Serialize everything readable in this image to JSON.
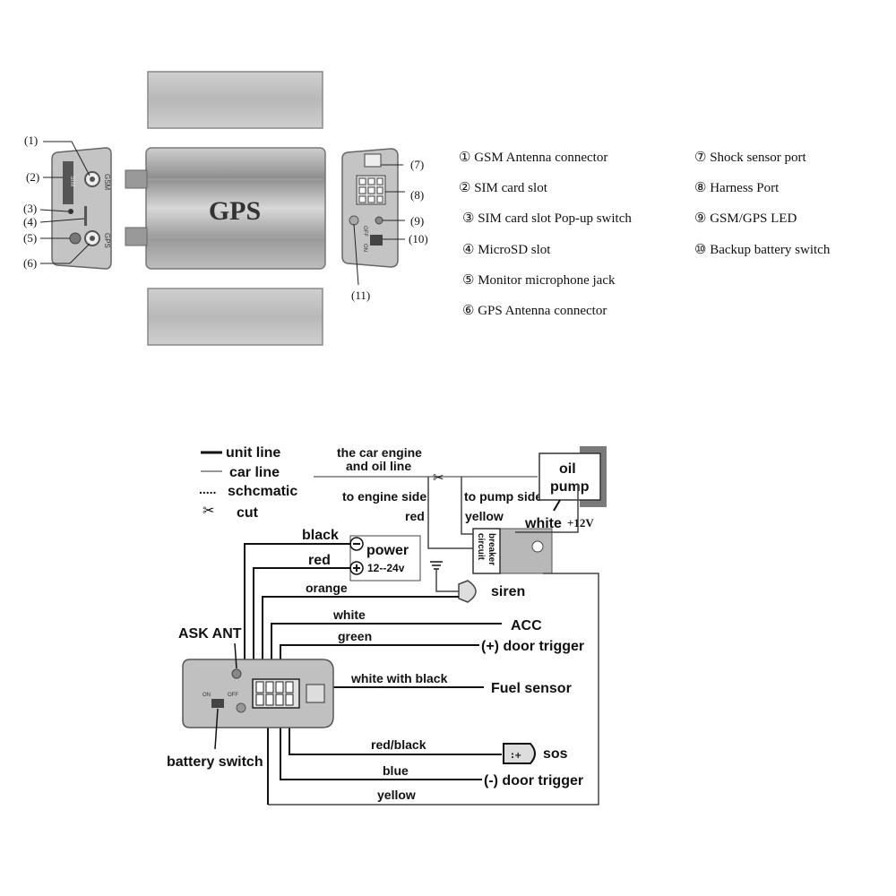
{
  "device": {
    "brand": "GPS",
    "side_left": {
      "gsm": "GSM",
      "gps": "GPS",
      "sim": "SIM"
    },
    "callouts": [
      "(1)",
      "(2)",
      "(3)",
      "(4)",
      "(5)",
      "(6)",
      "(7)",
      "(8)",
      "(9)",
      "(10)",
      "(11)"
    ],
    "switch": {
      "on": "ON",
      "off": "OFF"
    }
  },
  "legend_ports": {
    "left": [
      "① GSM Antenna connector",
      "② SIM card slot",
      "③ SIM card slot Pop-up switch",
      "④ MicroSD slot",
      "⑤ Monitor microphone jack",
      "⑥ GPS Antenna connector"
    ],
    "right": [
      "⑦ Shock sensor port",
      "⑧ Harness Port",
      "⑨ GSM/GPS LED",
      "⑩ Backup battery switch"
    ]
  },
  "wiring": {
    "line_legend": [
      "unit line",
      "car line",
      "schcmatic",
      "cut"
    ],
    "engine": {
      "line1": "the car engine",
      "line2": "and oil line",
      "to_engine_side": "to engine side",
      "to_pump_side": "to pump side",
      "red": "red",
      "yellow": "yellow"
    },
    "oil_pump": {
      "line1": "oil",
      "line2": "pump"
    },
    "relay": {
      "white": "white",
      "v12": "+12V",
      "circuit1": "circuit",
      "circuit2": "breaker"
    },
    "power": {
      "label": "power",
      "range": "12--24v",
      "minus": "−",
      "plus": "+"
    },
    "wires": {
      "black": "black",
      "red": "red",
      "orange": "orange",
      "white": "white",
      "green": "green",
      "white_black": "white with black",
      "red_black": "red/black",
      "blue": "blue",
      "yellow": "yellow"
    },
    "targets": {
      "siren": "siren",
      "acc": "ACC",
      "door_pos": "(+) door trigger",
      "fuel": "Fuel sensor",
      "sos": "sos",
      "door_neg": "(-) door trigger"
    },
    "unit": {
      "ask_ant": "ASK ANT",
      "battery_switch": "battery switch",
      "on": "ON",
      "off": "OFF"
    }
  }
}
